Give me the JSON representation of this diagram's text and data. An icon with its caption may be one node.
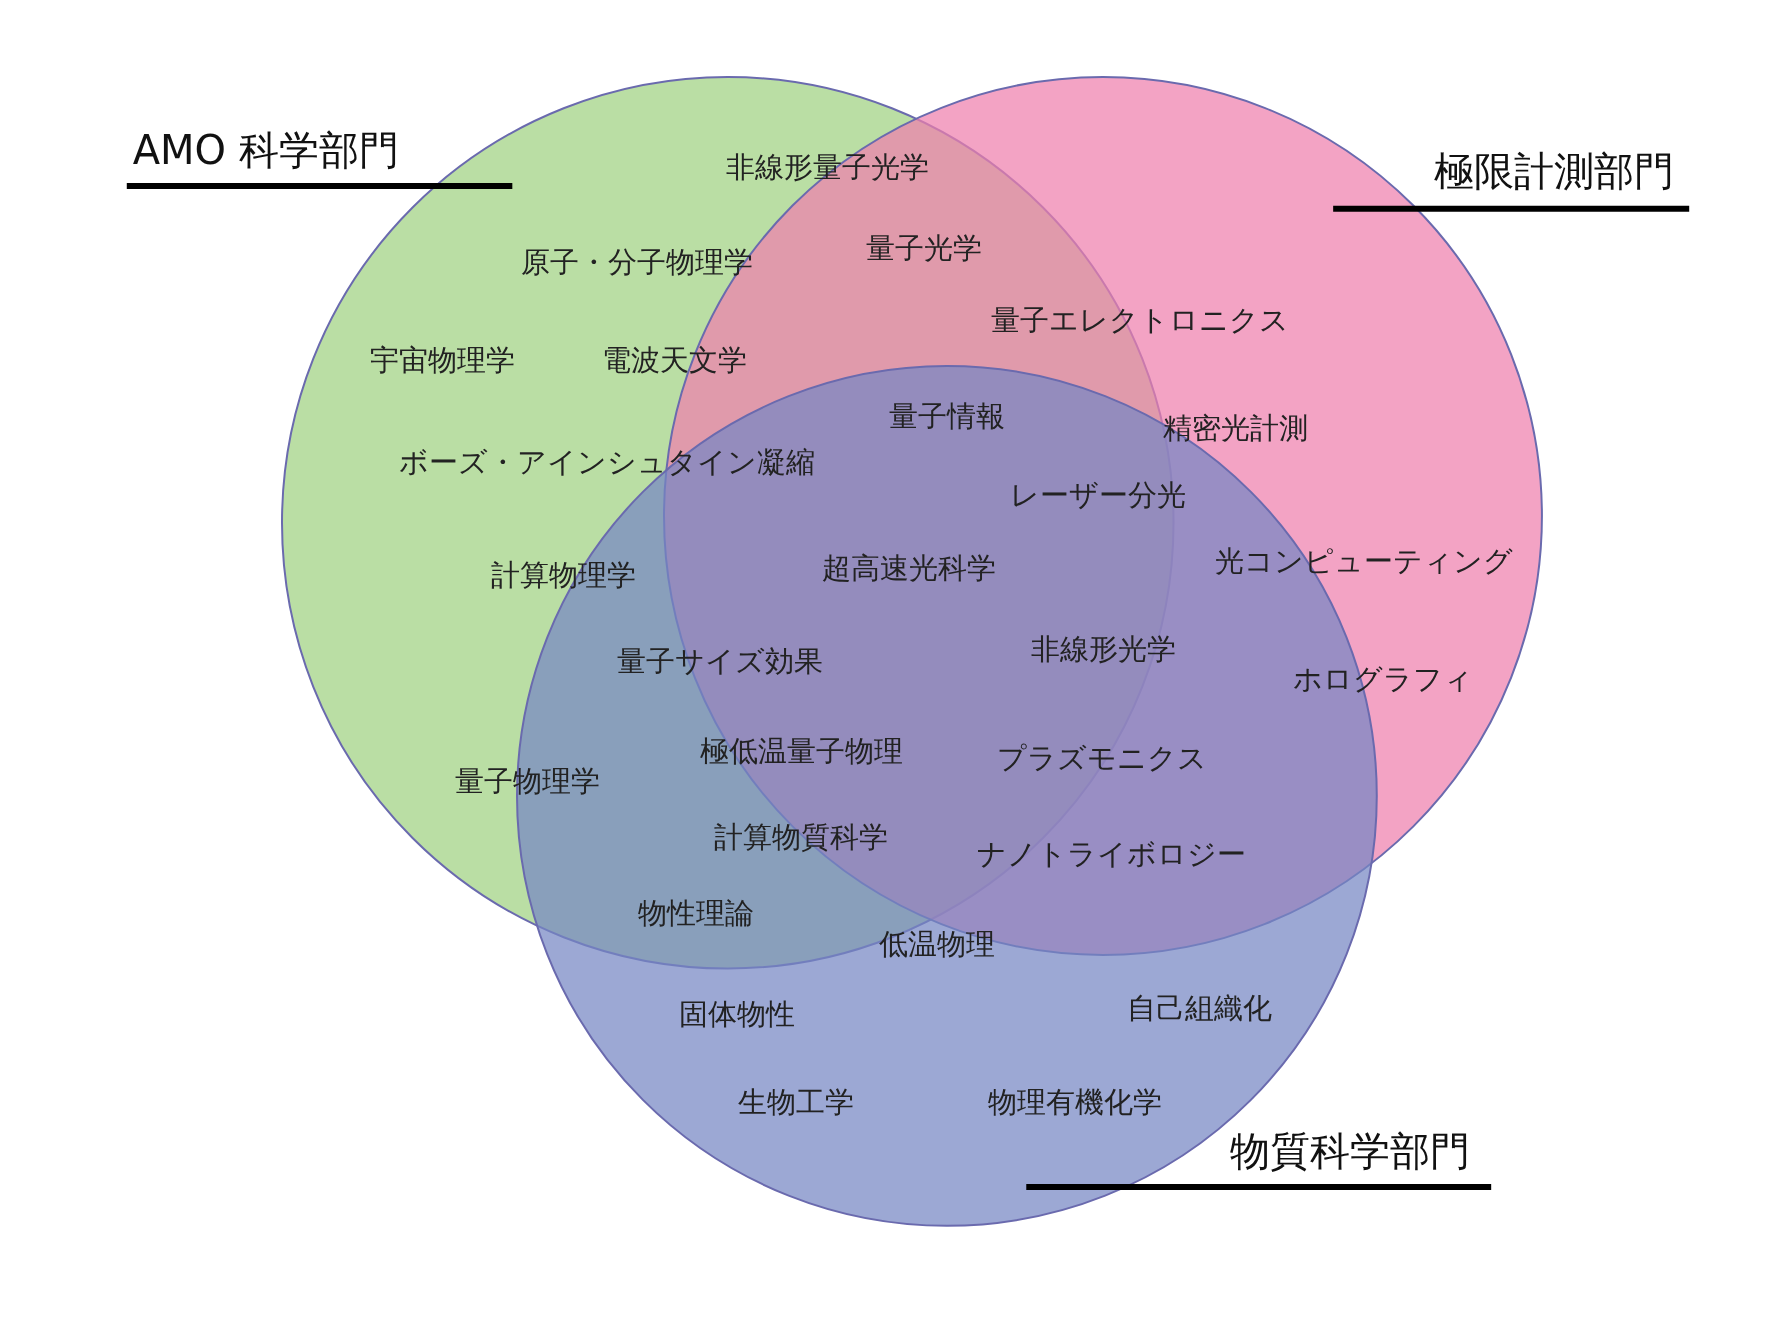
{
  "diagram": {
    "nodes": [
      {
        "text": [
          "AMO 科学部門"
        ]
      },
      {
        "text": [
          "極限計測部門"
        ]
      },
      {
        "text": [
          "物質科学部門"
        ]
      }
    ],
    "labels": [
      "非線形量子光学",
      "量子光学",
      "原子・分子物理学",
      "量子エレクトロニクス",
      "宇宙物理学",
      "電波天文学",
      "量子情報",
      "精密光計測",
      "ボーズ・アインシュタイン凝縮",
      "レーザー分光",
      "光コンピューティング",
      "超高速光科学",
      "計算物理学",
      "非線形光学",
      "量子サイズ効果",
      "ホログラフィ",
      "極低温量子物理",
      "プラズモニクス",
      "量子物理学",
      "計算物質科学",
      "ナノトライボロジー",
      "物性理論",
      "低温物理",
      "自己組織化",
      "固体物性",
      "生物工学",
      "物理有機化学"
    ]
  }
}
